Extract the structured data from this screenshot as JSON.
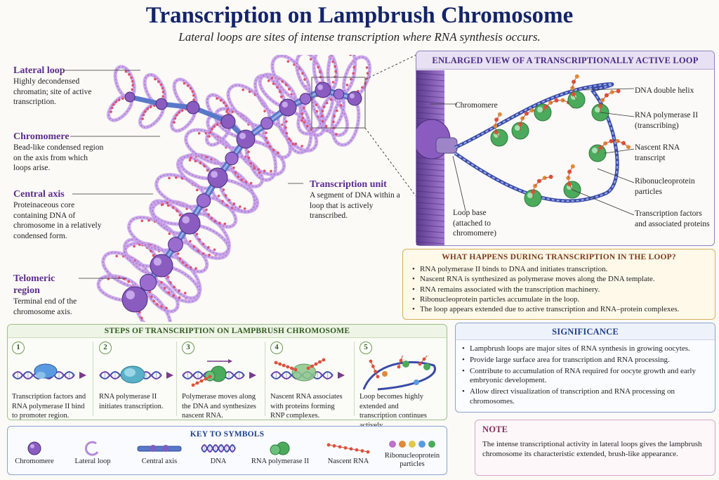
{
  "title": "Transcription on Lampbrush Chromosome",
  "subtitle": "Lateral loops are sites of intense transcription where RNA synthesis occurs.",
  "left_labels": {
    "lateral_loop": {
      "heading": "Lateral loop",
      "text": "Highly decondensed chromatin; site of active transcription."
    },
    "chromomere": {
      "heading": "Chromomere",
      "text": "Bead-like condensed region on the axis from which loops arise."
    },
    "central_axis": {
      "heading": "Central axis",
      "text": "Proteinaceous core containing DNA of chromosome in a relatively condensed form."
    },
    "telomeric_region": {
      "heading": "Telomeric region",
      "text": "Terminal end of the chromosome axis."
    },
    "transcription_unit": {
      "heading": "Transcription unit",
      "text": "A segment of DNA within a loop that is actively transcribed."
    }
  },
  "enlarged": {
    "title": "ENLARGED VIEW OF A TRANSCRIPTIONALLY ACTIVE LOOP",
    "labels": {
      "chromomere": "Chromomere",
      "dna_helix": "DNA double helix",
      "rna_pol": "RNA polymerase II (transcribing)",
      "nascent_rna": "Nascent RNA transcript",
      "rnp": "Ribonucleoprotein particles",
      "tf": "Transcription factors and associated proteins",
      "loop_base": "Loop base (attached to chromomere)"
    }
  },
  "what_happens": {
    "title": "WHAT HAPPENS DURING TRANSCRIPTION IN THE LOOP?",
    "items": [
      "RNA polymerase II binds to DNA and initiates transcription.",
      "Nascent RNA is synthesized as polymerase moves along the DNA template.",
      "RNA remains associated with the transcription machinery.",
      "Ribonucleoprotein particles accumulate in the loop.",
      "The loop appears extended due to active transcription and RNA–protein complexes."
    ]
  },
  "steps": {
    "title": "STEPS OF TRANSCRIPTION ON LAMPBRUSH CHROMOSOME",
    "items": [
      {
        "num": "1",
        "text": "Transcription factors and RNA polymerase II bind to promoter region."
      },
      {
        "num": "2",
        "text": "RNA polymerase II initiates transcription."
      },
      {
        "num": "3",
        "text": "Polymerase moves along the DNA and synthesizes nascent RNA."
      },
      {
        "num": "4",
        "text": "Nascent RNA associates with proteins forming RNP complexes."
      },
      {
        "num": "5",
        "text": "Loop becomes highly extended and transcription continues actively."
      }
    ]
  },
  "significance": {
    "title": "SIGNIFICANCE",
    "items": [
      "Lampbrush loops are major sites of RNA synthesis in growing oocytes.",
      "Provide large surface area for transcription and RNA processing.",
      "Contribute to accumulation of RNA required for oocyte growth and early embryonic development.",
      "Allow direct visualization of transcription and RNA processing on chromosomes."
    ]
  },
  "key": {
    "title": "KEY TO SYMBOLS",
    "items": [
      "Chromomere",
      "Lateral loop",
      "Central axis",
      "DNA",
      "RNA polymerase II",
      "Nascent RNA",
      "Ribonucleoprotein particles"
    ]
  },
  "note": {
    "title": "NOTE",
    "text": "The intense transcriptional activity in lateral loops gives the lampbrush chromosome its characteristic extended, brush-like appearance."
  },
  "colors": {
    "title": "#14246a",
    "chromomere": "#8a5cc0",
    "axis": "#5a78c8",
    "polymerase": "#4caa5c",
    "rna": "#e0503a",
    "loop": "#b48ad8"
  }
}
